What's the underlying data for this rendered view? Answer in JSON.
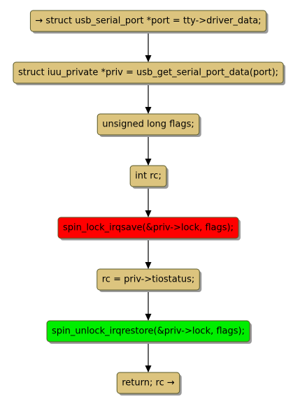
{
  "colors": {
    "default_fill": "#dcc47e",
    "lock_fill": "#ff0000",
    "unlock_fill": "#00ee00",
    "shadow": "#9a9a9a",
    "edge": "#000000"
  },
  "nodes": [
    {
      "id": "n1",
      "text": "→ struct usb_serial_port *port = tty->driver_data;",
      "kind": "default"
    },
    {
      "id": "n2",
      "text": "struct iuu_private *priv = usb_get_serial_port_data(port);",
      "kind": "default"
    },
    {
      "id": "n3",
      "text": "unsigned long flags;",
      "kind": "default"
    },
    {
      "id": "n4",
      "text": "int rc;",
      "kind": "default"
    },
    {
      "id": "n5",
      "text": "spin_lock_irqsave(&priv->lock, flags);",
      "kind": "lock"
    },
    {
      "id": "n6",
      "text": "rc = priv->tiostatus;",
      "kind": "default"
    },
    {
      "id": "n7",
      "text": "spin_unlock_irqrestore(&priv->lock, flags);",
      "kind": "unlock"
    },
    {
      "id": "n8",
      "text": "return; rc →",
      "kind": "default"
    }
  ]
}
